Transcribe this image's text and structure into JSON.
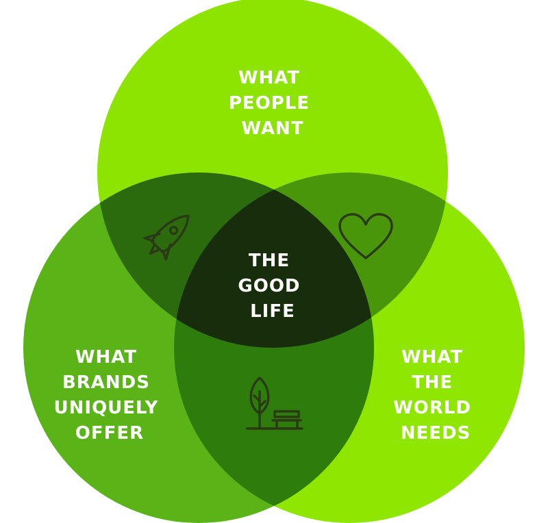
{
  "colors": {
    "background": "#ffffff",
    "top_circle": "#8de400",
    "left_circle": "#5ab418",
    "right_circle": "#8ee601",
    "overlap_top_left": "#2c6b0d",
    "overlap_top_right": "#4a960a",
    "overlap_left_right": "#2e7d0c",
    "center": "#182d0c",
    "label_text": "#ffffff",
    "icon_stroke": "#2a3a14"
  },
  "circles": {
    "top": {
      "lines": [
        "WHAT",
        "PEOPLE",
        "WANT"
      ]
    },
    "left": {
      "lines": [
        "WHAT",
        "BRANDS",
        "UNIQUELY",
        "OFFER"
      ]
    },
    "right": {
      "lines": [
        "WHAT",
        "THE",
        "WORLD",
        "NEEDS"
      ]
    }
  },
  "center": {
    "lines": [
      "THE",
      "GOOD",
      "LIFE"
    ]
  },
  "icons": {
    "top_left": "rocket-icon",
    "top_right": "heart-icon",
    "bottom": "tree-bench-icon"
  }
}
